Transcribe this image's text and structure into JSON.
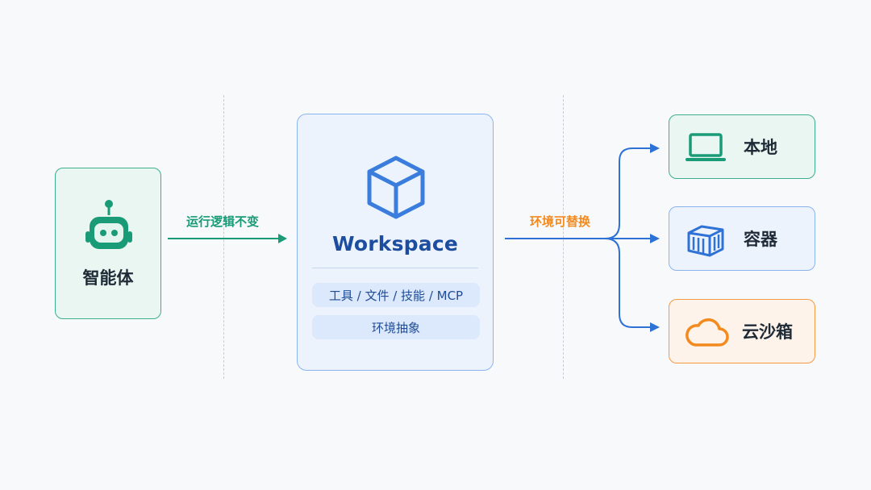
{
  "agent": {
    "label": "智能体",
    "icon": "robot-icon"
  },
  "left_edge": {
    "label": "运行逻辑不变",
    "color": "#1a9b78"
  },
  "workspace": {
    "title": "Workspace",
    "icon": "cube-icon",
    "capabilities": "工具 / 文件 / 技能 / MCP",
    "abstraction": "环境抽象"
  },
  "right_edge": {
    "label": "环境可替换",
    "color": "#f28a1e",
    "arrow_color": "#2f72d6"
  },
  "targets": [
    {
      "label": "本地",
      "icon": "laptop-icon",
      "accent": "#1a9b78"
    },
    {
      "label": "容器",
      "icon": "container-icon",
      "accent": "#2f72d6"
    },
    {
      "label": "云沙箱",
      "icon": "cloud-icon",
      "accent": "#f28a1e"
    }
  ]
}
